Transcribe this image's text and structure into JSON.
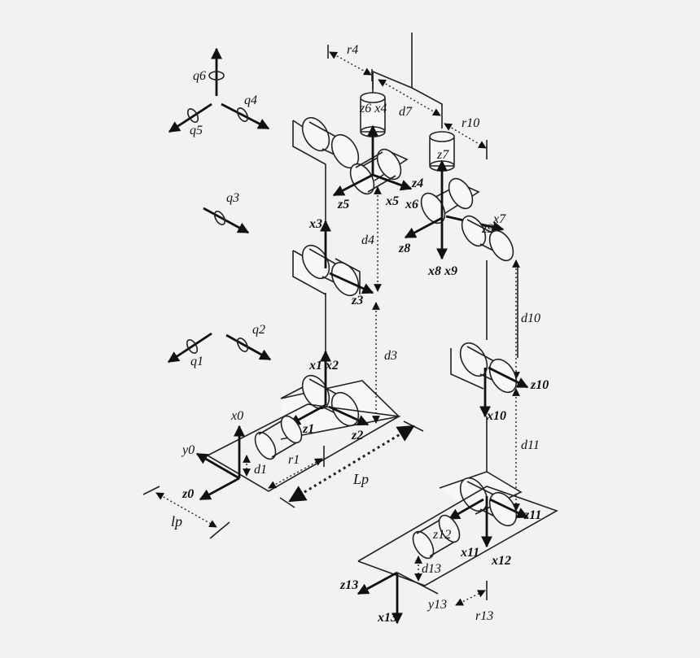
{
  "labels": {
    "q6": "q6",
    "q4": "q4",
    "q5": "q5",
    "q3": "q3",
    "q2": "q2",
    "q1": "q1",
    "r4": "r4",
    "d7": "d7",
    "r10": "r10",
    "z6x4": "z6 x4",
    "z7": "z7",
    "z4": "z4",
    "x5": "x5",
    "x6": "x6",
    "z5": "z5",
    "x7": "x7",
    "z9": "z9",
    "z8": "z8",
    "x8x9": "x8 x9",
    "x3": "x3",
    "d4": "d4",
    "z3": "z3",
    "d10": "d10",
    "d3": "d3",
    "z10": "z10",
    "x1x2": "x1 x2",
    "z1": "z1",
    "z2": "z2",
    "x10": "x10",
    "x0": "x0",
    "y0": "y0",
    "z0": "z0",
    "d1": "d1",
    "r1": "r1",
    "Lp": "Lp",
    "lp": "lp",
    "d11": "d11",
    "z11": "z11",
    "z12": "z12",
    "x11": "x11",
    "x12": "x12",
    "d13": "d13",
    "z13": "z13",
    "y13": "y13",
    "r13": "r13",
    "x13": "x13"
  }
}
